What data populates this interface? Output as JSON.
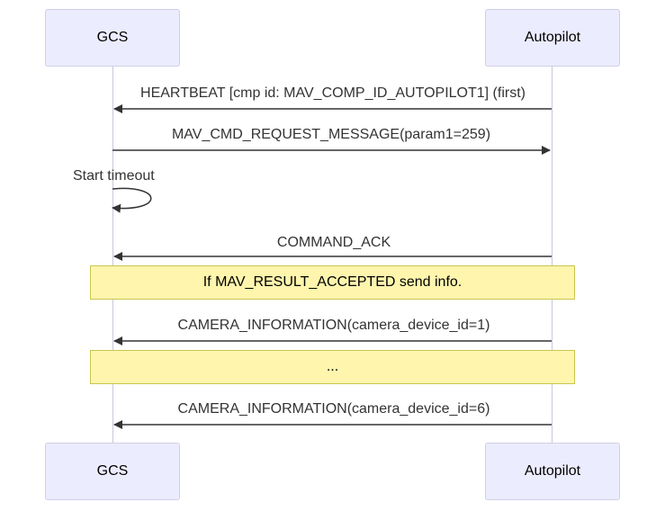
{
  "participants": {
    "gcs": "GCS",
    "autopilot": "Autopilot"
  },
  "messages": [
    {
      "from": "autopilot",
      "to": "gcs",
      "label": "HEARTBEAT [cmp id: MAV_COMP_ID_AUTOPILOT1] (first)"
    },
    {
      "from": "gcs",
      "to": "autopilot",
      "label": "MAV_CMD_REQUEST_MESSAGE(param1=259)"
    },
    {
      "from": "gcs",
      "to": "gcs",
      "label": "Start timeout"
    },
    {
      "from": "autopilot",
      "to": "gcs",
      "label": "COMMAND_ACK"
    },
    {
      "from": "autopilot",
      "to": "gcs",
      "label": "CAMERA_INFORMATION(camera_device_id=1)"
    },
    {
      "from": "autopilot",
      "to": "gcs",
      "label": "CAMERA_INFORMATION(camera_device_id=6)"
    }
  ],
  "notes": [
    {
      "text": "If MAV_RESULT_ACCEPTED send info."
    },
    {
      "text": "..."
    }
  ],
  "colors": {
    "actor_fill": "#ececff",
    "actor_border": "#cfcfe6",
    "note_fill": "#fff5ad",
    "note_border": "#c9c64d",
    "line": "#333333"
  }
}
